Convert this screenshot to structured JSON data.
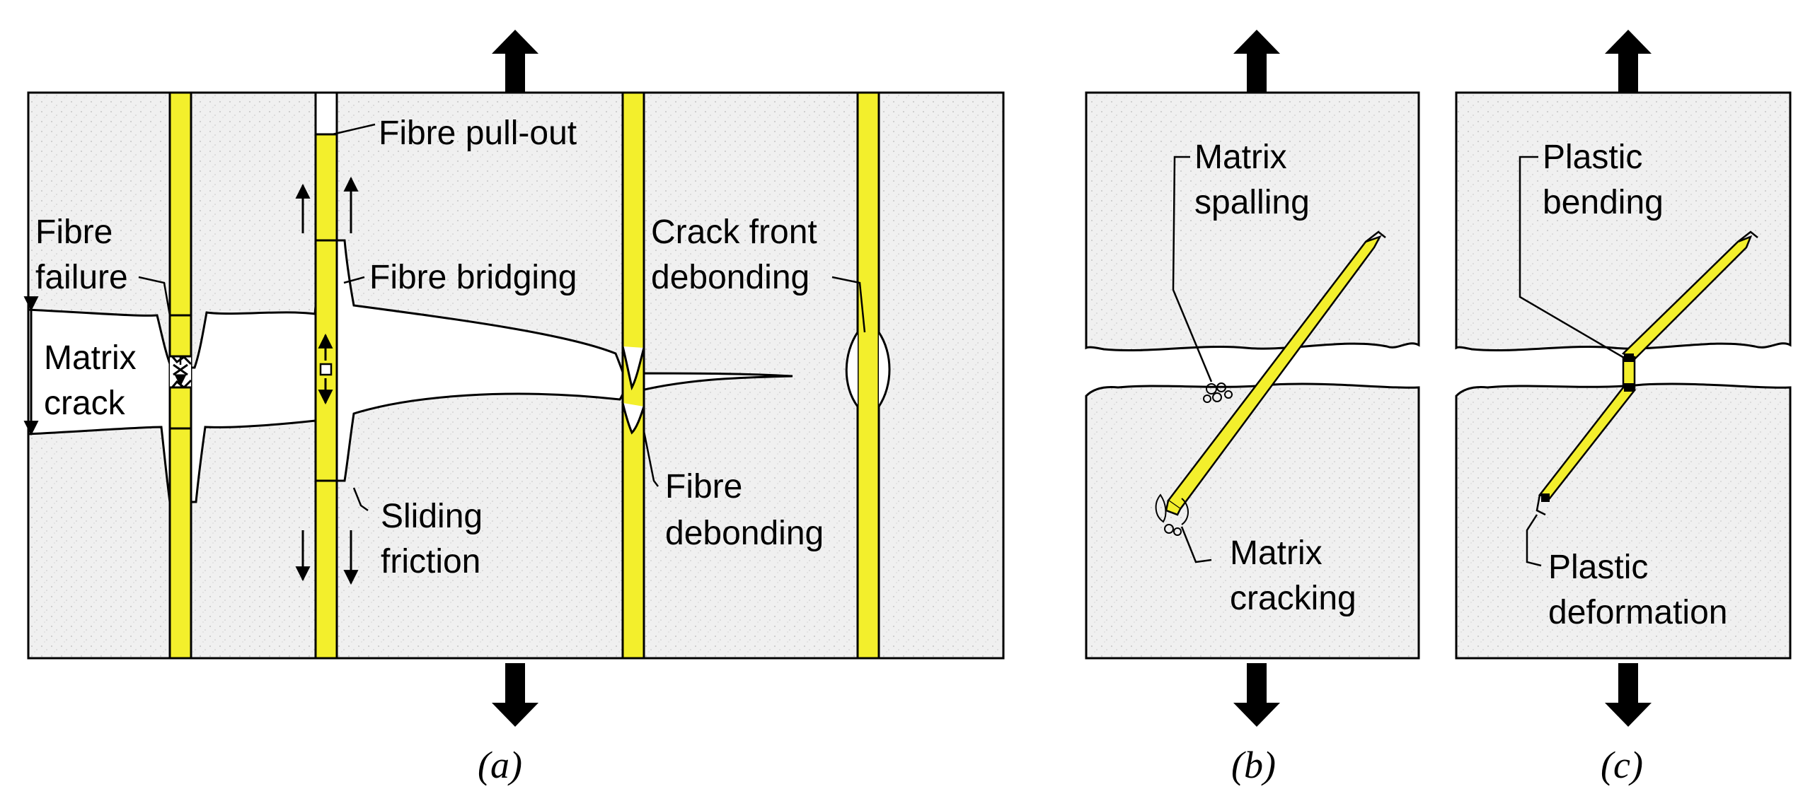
{
  "colors": {
    "fibre": "#f3ef2c",
    "matrix": "#f0f0f0",
    "outline": "#000000",
    "background": "#ffffff"
  },
  "panel_a": {
    "caption": "(a)",
    "labels": {
      "fibre_pullout": "Fibre pull-out",
      "fibre_failure_1": "Fibre",
      "fibre_failure_2": "failure",
      "fibre_bridging": "Fibre bridging",
      "crack_front_1": "Crack front",
      "crack_front_2": "debonding",
      "matrix_crack_1": "Matrix",
      "matrix_crack_2": "crack",
      "sliding_friction_1": "Sliding",
      "sliding_friction_2": "friction",
      "fibre_debonding_1": "Fibre",
      "fibre_debonding_2": "debonding"
    }
  },
  "panel_b": {
    "caption": "(b)",
    "labels": {
      "matrix_spalling_1": "Matrix",
      "matrix_spalling_2": "spalling",
      "matrix_cracking_1": "Matrix",
      "matrix_cracking_2": "cracking"
    }
  },
  "panel_c": {
    "caption": "(c)",
    "labels": {
      "plastic_bending_1": "Plastic",
      "plastic_bending_2": "bending",
      "plastic_deformation_1": "Plastic",
      "plastic_deformation_2": "deformation"
    }
  },
  "icons": {
    "load_arrow": "thick-double-arrow-icon",
    "force_arrow": "thin-arrow-icon"
  }
}
